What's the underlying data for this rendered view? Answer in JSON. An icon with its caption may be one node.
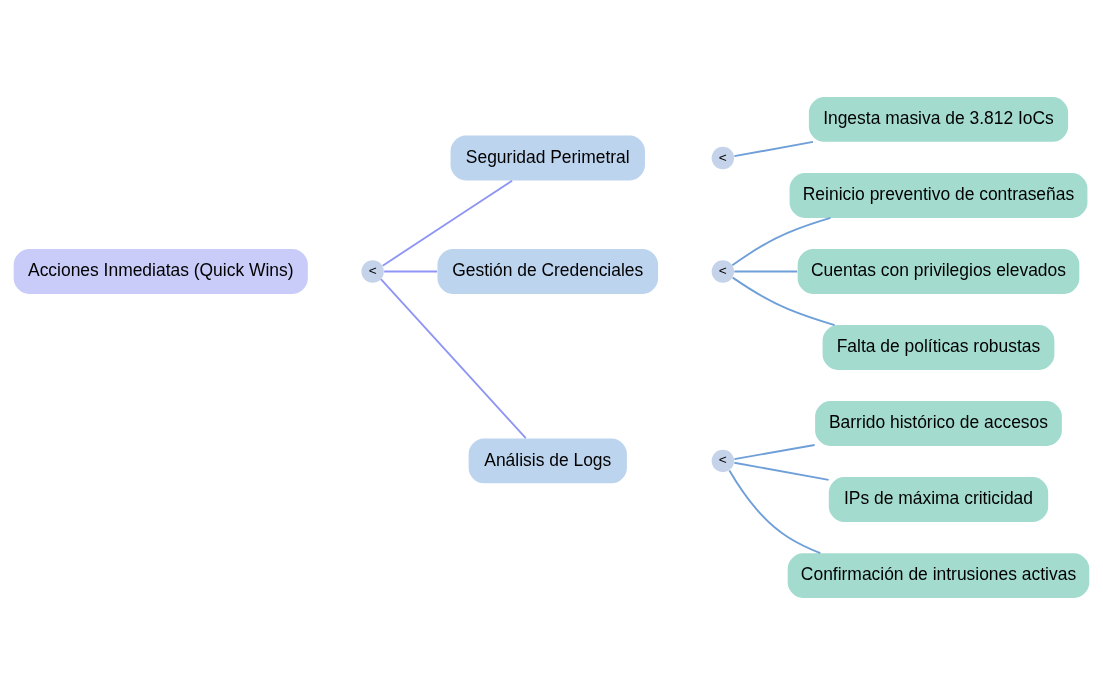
{
  "diagram": {
    "nodes": [
      {
        "text": [
          "Acciones Inmediatas (Quick Wins)"
        ]
      },
      {
        "text": [
          "<"
        ]
      },
      {
        "text": [
          "Seguridad Perimetral"
        ]
      },
      {
        "text": [
          "<"
        ]
      },
      {
        "text": [
          "Ingesta masiva de 3.812 IoCs"
        ]
      },
      {
        "text": [
          "Gestión de Credenciales"
        ]
      },
      {
        "text": [
          "<"
        ]
      },
      {
        "text": [
          "Reinicio preventivo de contraseñas"
        ]
      },
      {
        "text": [
          "Cuentas con privilegios elevados"
        ]
      },
      {
        "text": [
          "Falta de políticas robustas"
        ]
      },
      {
        "text": [
          "Análisis de Logs"
        ]
      },
      {
        "text": [
          "<"
        ]
      },
      {
        "text": [
          "Barrido histórico de accesos"
        ]
      },
      {
        "text": [
          "IPs de máxima criticidad"
        ]
      },
      {
        "text": [
          "Confirmación de intrusiones activas"
        ]
      }
    ],
    "edges": [
      {
        "from": 1,
        "to": 2,
        "arrow": "none",
        "color": "#8f95f5"
      },
      {
        "from": 1,
        "to": 5,
        "arrow": "none",
        "color": "#8f95f5"
      },
      {
        "from": 1,
        "to": 10,
        "arrow": "none",
        "color": "#8f95f5"
      },
      {
        "from": 3,
        "to": 4,
        "arrow": "none"
      },
      {
        "from": 6,
        "to": 7,
        "arrow": "none"
      },
      {
        "from": 6,
        "to": 8,
        "arrow": "none"
      },
      {
        "from": 6,
        "to": 9,
        "arrow": "none"
      },
      {
        "from": 11,
        "to": 12,
        "arrow": "none"
      },
      {
        "from": 11,
        "to": 13,
        "arrow": "none"
      },
      {
        "from": 11,
        "to": 14,
        "arrow": "none"
      }
    ]
  }
}
